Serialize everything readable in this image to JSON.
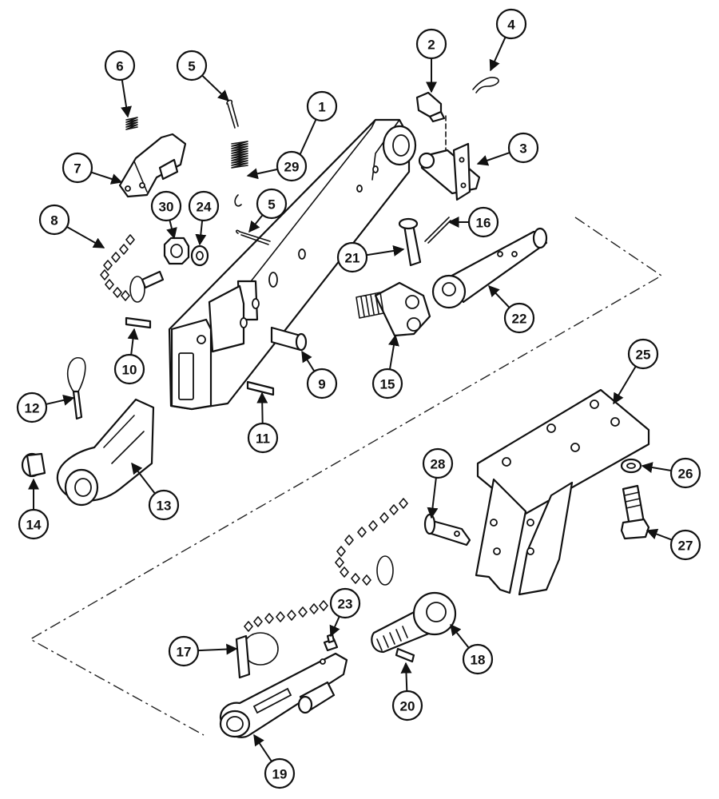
{
  "callouts": [
    {
      "label": "1"
    },
    {
      "label": "2"
    },
    {
      "label": "3"
    },
    {
      "label": "4"
    },
    {
      "label": "5"
    },
    {
      "label": "5"
    },
    {
      "label": "6"
    },
    {
      "label": "7"
    },
    {
      "label": "8"
    },
    {
      "label": "9"
    },
    {
      "label": "10"
    },
    {
      "label": "11"
    },
    {
      "label": "12"
    },
    {
      "label": "13"
    },
    {
      "label": "14"
    },
    {
      "label": "15"
    },
    {
      "label": "16"
    },
    {
      "label": "17"
    },
    {
      "label": "18"
    },
    {
      "label": "19"
    },
    {
      "label": "20"
    },
    {
      "label": "21"
    },
    {
      "label": "22"
    },
    {
      "label": "23"
    },
    {
      "label": "24"
    },
    {
      "label": "25"
    },
    {
      "label": "26"
    },
    {
      "label": "27"
    },
    {
      "label": "28"
    },
    {
      "label": "29"
    },
    {
      "label": "30"
    }
  ],
  "colors": {
    "ink": "#111111",
    "paper": "#ffffff"
  }
}
